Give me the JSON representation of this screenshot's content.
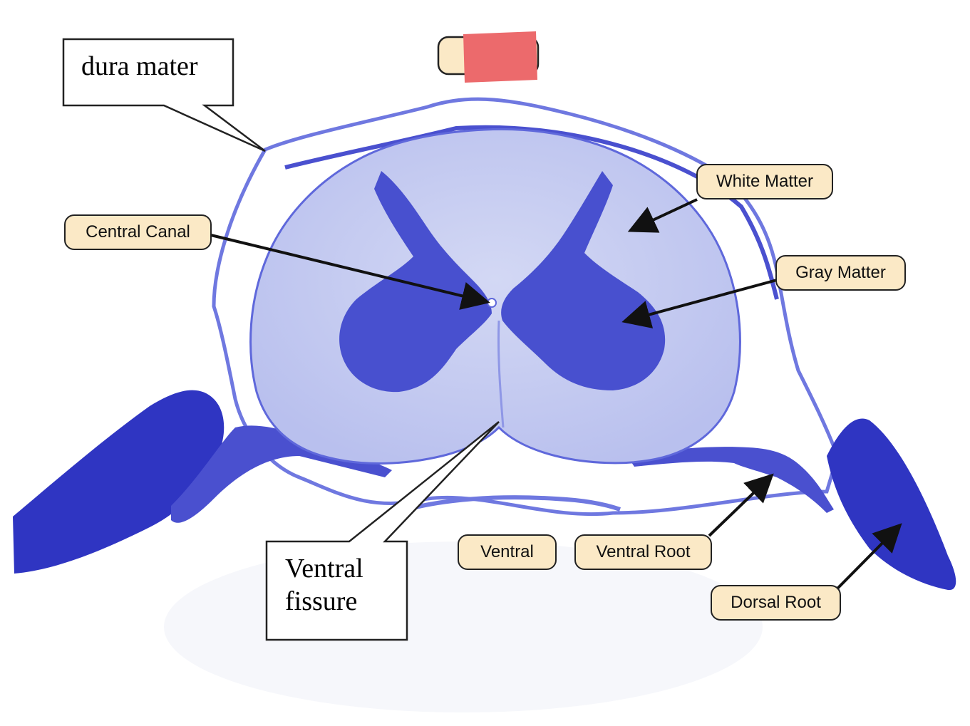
{
  "labels": {
    "dura_mater": "dura mater",
    "central_canal": "Central Canal",
    "white_matter": "White Matter",
    "gray_matter": "Gray Matter",
    "ventral_fissure_line1": "Ventral",
    "ventral_fissure_line2": "fissure",
    "ventral": "Ventral",
    "ventral_root": "Ventral Root",
    "dorsal_root": "Dorsal Root"
  },
  "colors": {
    "tissue_dark": "#3a3fc8",
    "tissue_mid": "#6f78e0",
    "tissue_light": "#c7cdf1",
    "label_fill": "#fbe9c6",
    "redaction": "#ec6a6c"
  }
}
